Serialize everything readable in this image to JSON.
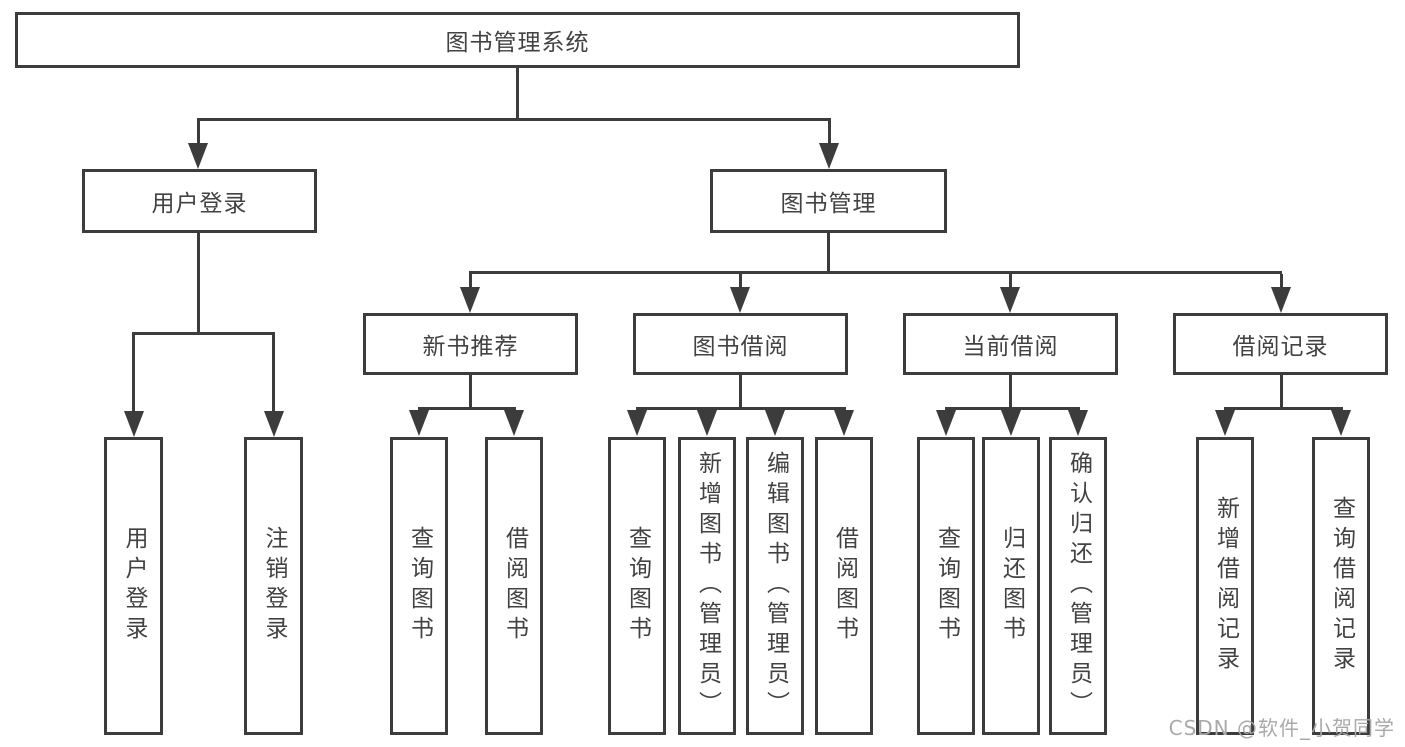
{
  "diagram": {
    "root": {
      "label": "图书管理系统"
    },
    "branches": [
      {
        "label": "用户登录",
        "children": [
          {
            "label": "用户登录"
          },
          {
            "label": "注销登录"
          }
        ]
      },
      {
        "label": "图书管理",
        "groups": [
          {
            "label": "新书推荐",
            "children": [
              {
                "label": "查询图书"
              },
              {
                "label": "借阅图书"
              }
            ]
          },
          {
            "label": "图书借阅",
            "children": [
              {
                "label": "查询图书"
              },
              {
                "label": "新增图书（管理员）"
              },
              {
                "label": "编辑图书（管理员）"
              },
              {
                "label": "借阅图书"
              }
            ]
          },
          {
            "label": "当前借阅",
            "children": [
              {
                "label": "查询图书"
              },
              {
                "label": "归还图书"
              },
              {
                "label": "确认归还（管理员）"
              }
            ]
          },
          {
            "label": "借阅记录",
            "children": [
              {
                "label": "新增借阅记录"
              },
              {
                "label": "查询借阅记录"
              }
            ]
          }
        ]
      }
    ]
  },
  "watermark": {
    "text": "CSDN @软件_小贺同学"
  },
  "colors": {
    "line": "#3c3c3c",
    "text": "#424242",
    "watermark": "#a9a9a9",
    "background": "#ffffff"
  }
}
